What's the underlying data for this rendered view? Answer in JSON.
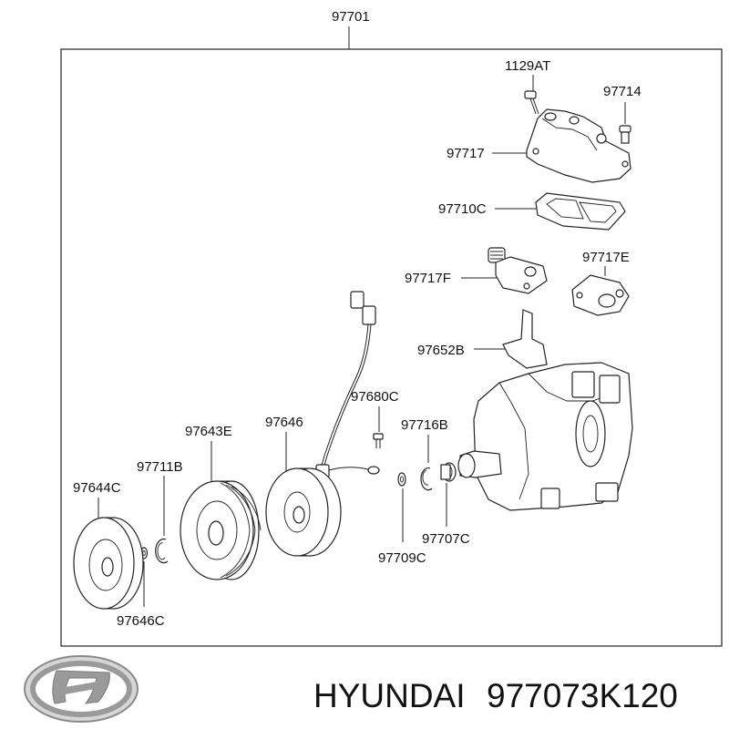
{
  "diagram": {
    "assembly_label": "97701",
    "parts": {
      "bolt": "1129AT",
      "pin": "97714",
      "cover": "97717",
      "gasket": "97710C",
      "valve_f": "97717F",
      "valve_e": "97717E",
      "bracket": "97652B",
      "sensor": "97680C",
      "snap_ring_b": "97716B",
      "coil": "97646",
      "pulley": "97643E",
      "snap_ring": "97711B",
      "hub": "97644C",
      "shim_c": "97646C",
      "seal": "97707C",
      "shim": "97709C"
    }
  },
  "footer": {
    "brand": "HYUNDAI",
    "part_number": "977073K120"
  },
  "colors": {
    "ink": "#222222",
    "logo_silver": "#9a9a9a"
  }
}
